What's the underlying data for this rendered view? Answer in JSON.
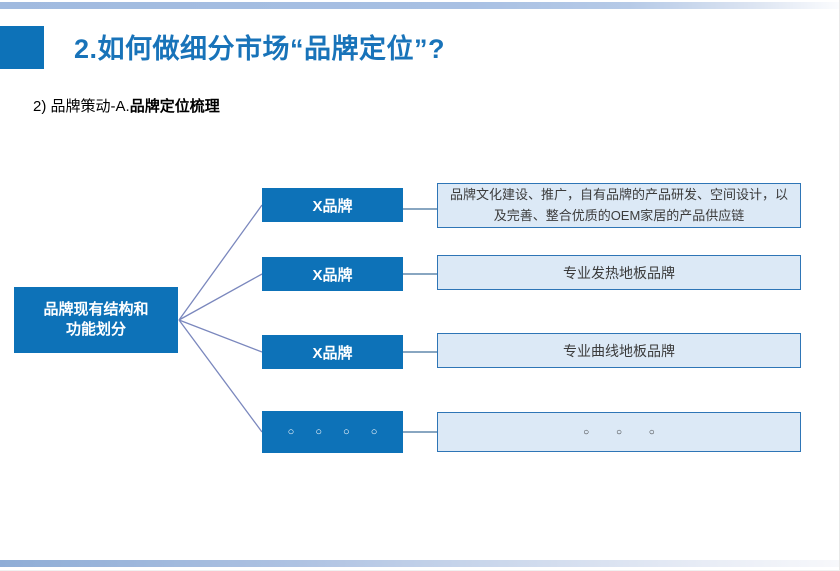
{
  "slide": {
    "title": "2.如何做细分市场“品牌定位”?",
    "subtitle_prefix": "2) 品牌策动-A.",
    "subtitle_bold": "品牌定位梳理"
  },
  "diagram": {
    "root": {
      "label_line1": "品牌现有结构和",
      "label_line2": "功能划分"
    },
    "rows": [
      {
        "brand": "X品牌",
        "desc": "品牌文化建设、推广，自有品牌的产品研发、空间设计，以及完善、整合优质的OEM家居的产品供应链"
      },
      {
        "brand": "X品牌",
        "desc": "专业发热地板品牌"
      },
      {
        "brand": "X品牌",
        "desc": "专业曲线地板品牌"
      },
      {
        "brand": "○ ○ ○ ○",
        "desc": "○ ○ ○"
      }
    ]
  },
  "colors": {
    "accent_blue": "#0d72b8",
    "title_blue": "#1873b9",
    "light_box_fill": "#dce9f6",
    "light_box_border": "#2e75b6",
    "fan_connector": "#7a87bd",
    "horizontal_connector": "#41719c",
    "top_bar": "#a8c0e3",
    "bottom_bar": "#8fadd6"
  }
}
